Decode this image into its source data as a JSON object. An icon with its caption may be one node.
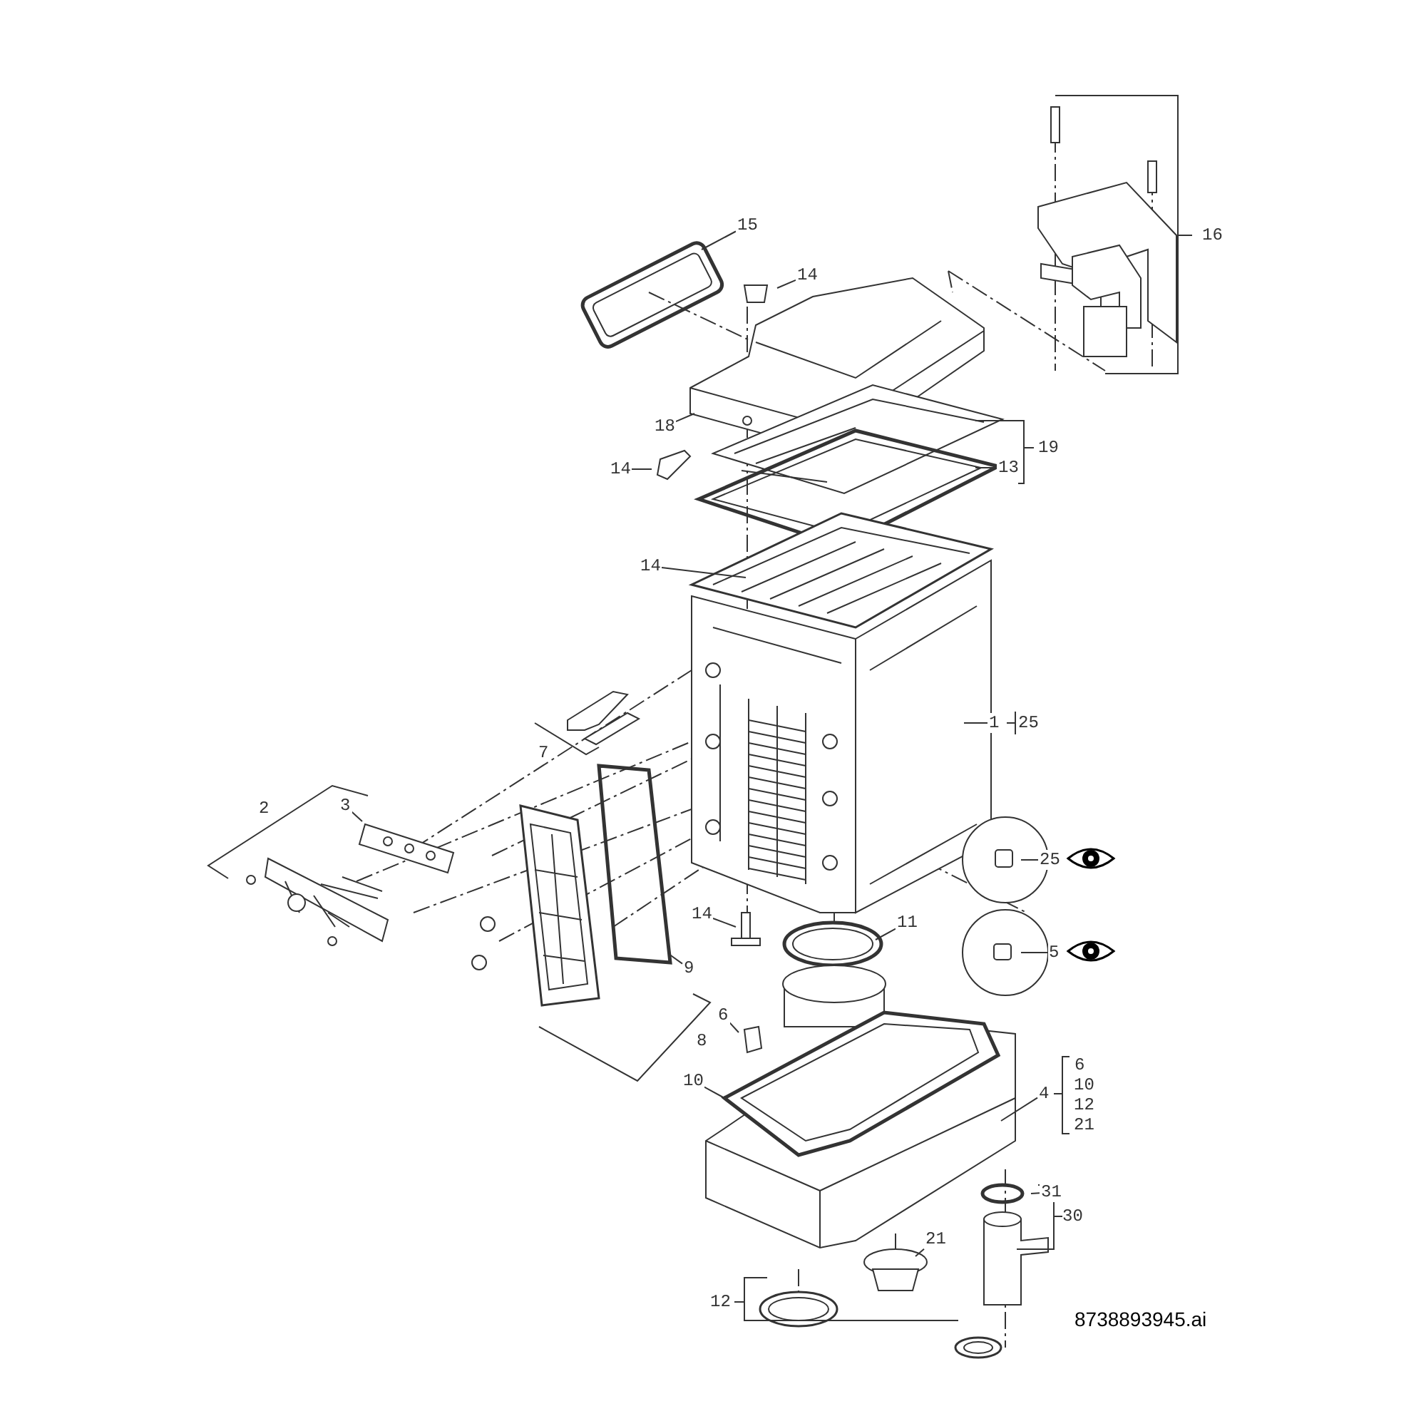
{
  "diagram": {
    "nodes": [
      {
        "text": [
          "15"
        ]
      },
      {
        "text": [
          "14"
        ]
      },
      {
        "text": [
          "18"
        ]
      },
      {
        "text": [
          "14"
        ]
      },
      {
        "text": [
          "13"
        ]
      },
      {
        "text": [
          "14"
        ]
      },
      {
        "text": [
          "1"
        ]
      },
      {
        "text": [
          "3"
        ]
      },
      {
        "text": [
          "25"
        ]
      },
      {
        "text": [
          "5"
        ]
      },
      {
        "text": [
          "11"
        ]
      },
      {
        "text": [
          "14"
        ]
      },
      {
        "text": [
          "9"
        ]
      },
      {
        "text": [
          "6"
        ]
      },
      {
        "text": [
          "10"
        ]
      },
      {
        "text": [
          "4"
        ]
      },
      {
        "text": [
          "31"
        ]
      },
      {
        "text": [
          "21"
        ]
      }
    ],
    "edges": [
      {
        "from": 0,
        "to": null,
        "arrow": "none"
      },
      {
        "from": 1,
        "to": null,
        "arrow": "none"
      },
      {
        "from": 2,
        "to": null,
        "arrow": "none"
      },
      {
        "from": 3,
        "to": null,
        "arrow": "none"
      },
      {
        "from": 4,
        "to": null,
        "arrow": "none"
      },
      {
        "from": 5,
        "to": null,
        "arrow": "none"
      },
      {
        "from": 6,
        "to": null,
        "arrow": "none"
      },
      {
        "from": 7,
        "to": null,
        "arrow": "none"
      },
      {
        "from": 8,
        "to": null,
        "arrow": "none"
      },
      {
        "from": 9,
        "to": null,
        "arrow": "none"
      },
      {
        "from": 10,
        "to": null,
        "arrow": "none"
      },
      {
        "from": 11,
        "to": null,
        "arrow": "none"
      },
      {
        "from": 12,
        "to": null,
        "arrow": "none"
      },
      {
        "from": 13,
        "to": null,
        "arrow": "none"
      },
      {
        "from": 14,
        "to": null,
        "arrow": "none"
      },
      {
        "from": 15,
        "to": null,
        "arrow": "none"
      },
      {
        "from": 16,
        "to": null,
        "arrow": "none"
      },
      {
        "from": 17,
        "to": null,
        "arrow": "none"
      }
    ],
    "labels": [
      "16",
      "19",
      "25",
      "7",
      "2",
      "8",
      "6",
      "10",
      "12",
      "21",
      "30",
      "12",
      "8738893945.ai"
    ]
  }
}
